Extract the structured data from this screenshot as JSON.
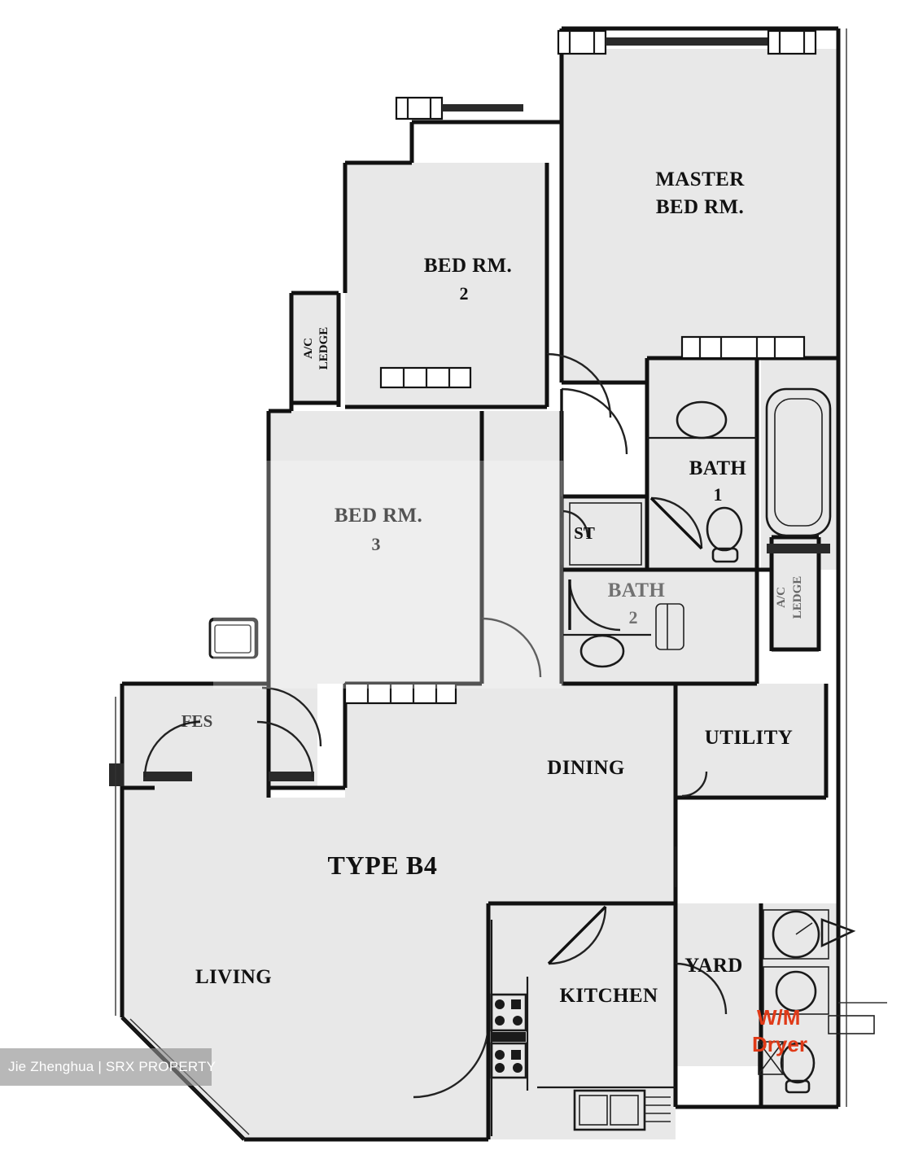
{
  "plan": {
    "title": "TYPE B4",
    "rooms": [
      {
        "id": "master-bedroom",
        "label_line1": "MASTER",
        "label_line2": "BED RM.",
        "number": ""
      },
      {
        "id": "bedroom-2",
        "label_line1": "BED RM.",
        "number": "2"
      },
      {
        "id": "bedroom-3",
        "label_line1": "BED RM.",
        "number": "3"
      },
      {
        "id": "bath-1",
        "label_line1": "BATH",
        "number": "1"
      },
      {
        "id": "bath-2",
        "label_line1": "BATH",
        "number": "2"
      },
      {
        "id": "store",
        "label_line1": "ST",
        "number": ""
      },
      {
        "id": "utility",
        "label_line1": "UTILITY",
        "number": ""
      },
      {
        "id": "dining",
        "label_line1": "DINING",
        "number": ""
      },
      {
        "id": "living",
        "label_line1": "LIVING",
        "number": ""
      },
      {
        "id": "kitchen",
        "label_line1": "KITCHEN",
        "number": ""
      },
      {
        "id": "yard",
        "label_line1": "YARD",
        "number": ""
      },
      {
        "id": "fes",
        "label_line1": "FES",
        "number": ""
      }
    ],
    "ledges": [
      {
        "id": "ac-ledge-left",
        "line1": "A/C",
        "line2": "LEDGE"
      },
      {
        "id": "ac-ledge-right",
        "line1": "A/C",
        "line2": "LEDGE"
      }
    ],
    "appliances": [
      {
        "id": "washing-machine",
        "label": "W/M",
        "color": "#e03a18"
      },
      {
        "id": "dryer",
        "label": "Dryer",
        "color": "#e03a18"
      }
    ],
    "colors": {
      "room_fill": "#e8e8e8",
      "wall": "#111111",
      "annotation_red": "#e03a18",
      "watermark_band": "#8c8c8c",
      "page_background": "#ffffff"
    }
  },
  "watermark": {
    "text": "Jie Zhenghua | SRX PROPERTY"
  }
}
